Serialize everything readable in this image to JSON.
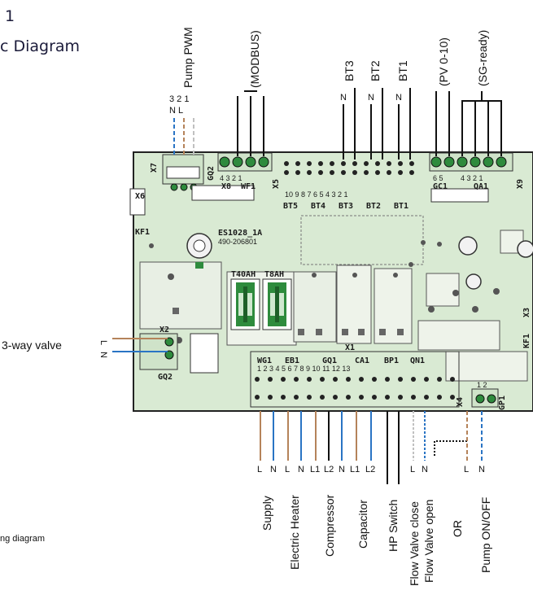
{
  "title": {
    "top": "1",
    "main": "c Diagram"
  },
  "footnote": "ng diagram",
  "colors": {
    "brown": "#b5835a",
    "blue": "#2a74c4",
    "grey": "#c0c0c0",
    "black": "#111111",
    "board_green": "#cfe3c9",
    "terminal_green": "#2e8b3d"
  },
  "top_labels": {
    "pump_pwm": "Pump PWM",
    "pump_pwm_pins": "3  2  1",
    "pump_pwm_nl": "N  L",
    "modbus": "(MODBUS)",
    "bt3": "BT3",
    "bt2": "BT2",
    "bt1": "BT1",
    "n1": "N",
    "n2": "N",
    "n3": "N",
    "pv": "(PV 0-10)",
    "sg": "(SG-ready)"
  },
  "left_labels": {
    "valve": "3-way valve",
    "l": "L",
    "n": "N"
  },
  "board_labels": {
    "x7": "X7",
    "gq2_top": "GQ2",
    "x8_pins": "4 3 2 1",
    "x8": "X8",
    "wf1": "WF1",
    "x5": "X5",
    "x6": "X6",
    "kf1": "KF1",
    "chip": "ES1028_1A",
    "part": "490-206801",
    "bt_pins": "10 9  8 7  6 5  4 3  2 1",
    "bt5": "BT5",
    "bt4": "BT4",
    "bt3": "BT3",
    "bt2": "BT2",
    "bt1": "BT1",
    "gc1_pins": "6 5",
    "gc1": "GC1",
    "qa1_pins": "4 3 2 1",
    "qa1": "QA1",
    "x9": "X9",
    "f1": "T40AH",
    "f2": "T8AH",
    "x1": "X1",
    "x2": "X2",
    "gq2_left": "GQ2",
    "x3": "X3",
    "kf": "KF1",
    "bottom_groups": [
      "WG1",
      "EB1",
      "GQ1",
      "CA1",
      "BP1",
      "QN1"
    ],
    "bottom_pins": "1  2  3  4  5  6  7  8  9  10 11 12 13",
    "x4": "X4",
    "gp1": "GP1",
    "gp_pins": "1  2"
  },
  "bottom_wire_letters": [
    "L",
    "N",
    "L",
    "N",
    "L1",
    "L2",
    "N",
    "L1",
    "L2",
    "L",
    "N",
    "L",
    "N"
  ],
  "bottom_labels": [
    "Supply",
    "Electric Heater",
    "Compressor",
    "Capacitor",
    "HP Switch",
    "Flow Valve close",
    "Flow Valve open",
    "OR",
    "Pump ON/OFF"
  ]
}
